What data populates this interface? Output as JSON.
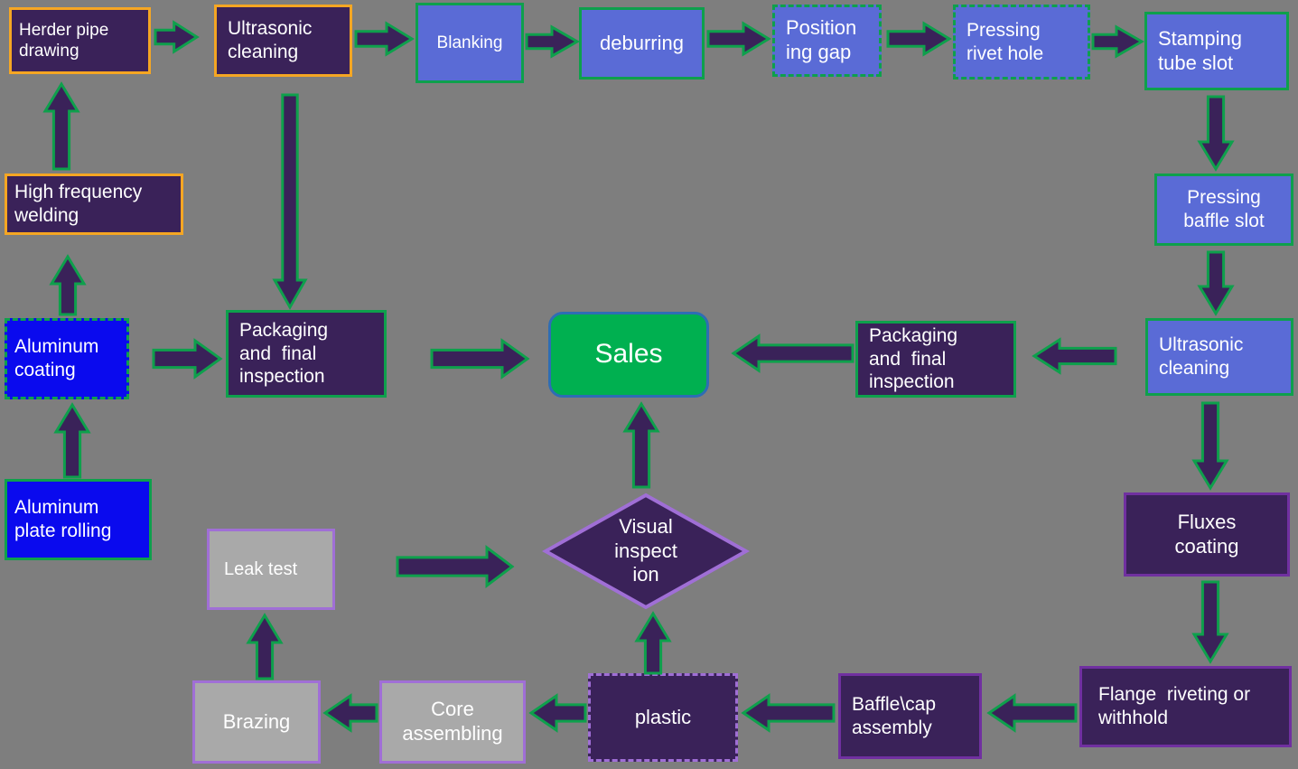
{
  "palette": {
    "background": "#7e7e7e",
    "dark_purple": "#3a2259",
    "periwinkle_blue": "#5a6bd6",
    "bright_blue": "#0a0aee",
    "box_gray": "#a9a9a9",
    "arrow_green": "#0ea04c",
    "orange_border": "#f5a623",
    "purple_border": "#7030a0",
    "light_purple_border": "#a06fd6",
    "sales_green": "#00b050",
    "sales_border_blue": "#2e6db4",
    "text": "#ffffff"
  },
  "nodes": {
    "herder": {
      "label": "Herder pipe\ndrawing"
    },
    "ultrasonic_top": {
      "label": "Ultrasonic\ncleaning"
    },
    "blanking": {
      "label": "Blanking"
    },
    "deburring": {
      "label": "deburring"
    },
    "positioning": {
      "label": "Position\ning gap"
    },
    "pressing_rivet": {
      "label": "Pressing\nrivet hole"
    },
    "stamping": {
      "label": "Stamping\ntube slot"
    },
    "pressing_baffle": {
      "label": "Pressing\nbaffle slot"
    },
    "ultrasonic_right": {
      "label": "Ultrasonic\ncleaning"
    },
    "fluxes": {
      "label": "Fluxes\ncoating"
    },
    "flange": {
      "label": "Flange  riveting or\nwithhold"
    },
    "baffle_cap": {
      "label": "Baffle\\cap\nassembly"
    },
    "plastic": {
      "label": "plastic"
    },
    "core": {
      "label": "Core\nassembling"
    },
    "brazing": {
      "label": "Brazing"
    },
    "leak": {
      "label": "Leak test"
    },
    "visual": {
      "label": "Visual\ninspect\nion"
    },
    "sales": {
      "label": "Sales"
    },
    "packaging_left": {
      "label": "Packaging\nand  final\ninspection"
    },
    "packaging_right": {
      "label": "Packaging\nand  final\ninspection"
    },
    "high_freq": {
      "label": "High frequency\nwelding"
    },
    "aluminum_coating": {
      "label": "Aluminum\ncoating"
    },
    "aluminum_plate": {
      "label": "Aluminum\nplate rolling"
    }
  },
  "edges": [
    {
      "from": "herder",
      "to": "ultrasonic_top"
    },
    {
      "from": "ultrasonic_top",
      "to": "blanking"
    },
    {
      "from": "blanking",
      "to": "deburring"
    },
    {
      "from": "deburring",
      "to": "positioning"
    },
    {
      "from": "positioning",
      "to": "pressing_rivet"
    },
    {
      "from": "pressing_rivet",
      "to": "stamping"
    },
    {
      "from": "stamping",
      "to": "pressing_baffle"
    },
    {
      "from": "pressing_baffle",
      "to": "ultrasonic_right"
    },
    {
      "from": "ultrasonic_right",
      "to": "fluxes"
    },
    {
      "from": "fluxes",
      "to": "flange"
    },
    {
      "from": "flange",
      "to": "baffle_cap"
    },
    {
      "from": "baffle_cap",
      "to": "plastic"
    },
    {
      "from": "plastic",
      "to": "core"
    },
    {
      "from": "core",
      "to": "brazing"
    },
    {
      "from": "brazing",
      "to": "leak"
    },
    {
      "from": "leak",
      "to": "visual"
    },
    {
      "from": "plastic",
      "to": "visual"
    },
    {
      "from": "visual",
      "to": "sales"
    },
    {
      "from": "packaging_left",
      "to": "sales"
    },
    {
      "from": "packaging_right",
      "to": "sales"
    },
    {
      "from": "ultrasonic_right",
      "to": "packaging_right"
    },
    {
      "from": "ultrasonic_top",
      "to": "packaging_left"
    },
    {
      "from": "aluminum_coating",
      "to": "packaging_left"
    },
    {
      "from": "aluminum_plate",
      "to": "aluminum_coating"
    },
    {
      "from": "aluminum_coating",
      "to": "high_freq"
    },
    {
      "from": "high_freq",
      "to": "herder"
    }
  ]
}
